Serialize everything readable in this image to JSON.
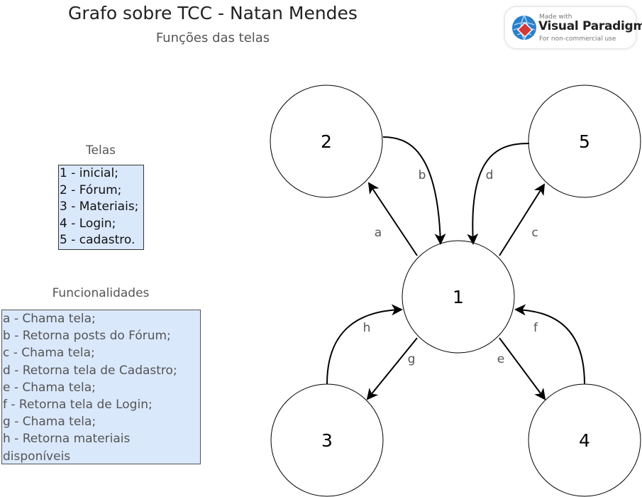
{
  "header": {
    "title": "Grafo sobre TCC - Natan Mendes",
    "subtitle": "Funções das telas"
  },
  "watermark": {
    "made_with": "Made with",
    "brand": "Visual Paradigm",
    "note": "For non-commercial use"
  },
  "telas": {
    "heading": "Telas",
    "items": [
      "1 - inicial;",
      "2 - Fórum;",
      "3 - Materiais;",
      "4 - Login;",
      "5 - cadastro."
    ]
  },
  "funcionalidades": {
    "heading": "Funcionalidades",
    "items": [
      "a - Chama tela;",
      "b - Retorna posts do Fórum;",
      "c - Chama tela;",
      "d - Retorna tela de Cadastro;",
      "e - Chama tela;",
      "f - Retorna tela de Login;",
      "g - Chama tela;",
      "h - Retorna materiais disponíveis"
    ]
  },
  "graph": {
    "nodes": [
      "1",
      "2",
      "3",
      "4",
      "5"
    ],
    "edges": [
      {
        "label": "a",
        "from": "1",
        "to": "2"
      },
      {
        "label": "b",
        "from": "2",
        "to": "1"
      },
      {
        "label": "c",
        "from": "1",
        "to": "5"
      },
      {
        "label": "d",
        "from": "5",
        "to": "1"
      },
      {
        "label": "e",
        "from": "1",
        "to": "4"
      },
      {
        "label": "f",
        "from": "4",
        "to": "1"
      },
      {
        "label": "g",
        "from": "1",
        "to": "3"
      },
      {
        "label": "h",
        "from": "3",
        "to": "1"
      }
    ]
  }
}
